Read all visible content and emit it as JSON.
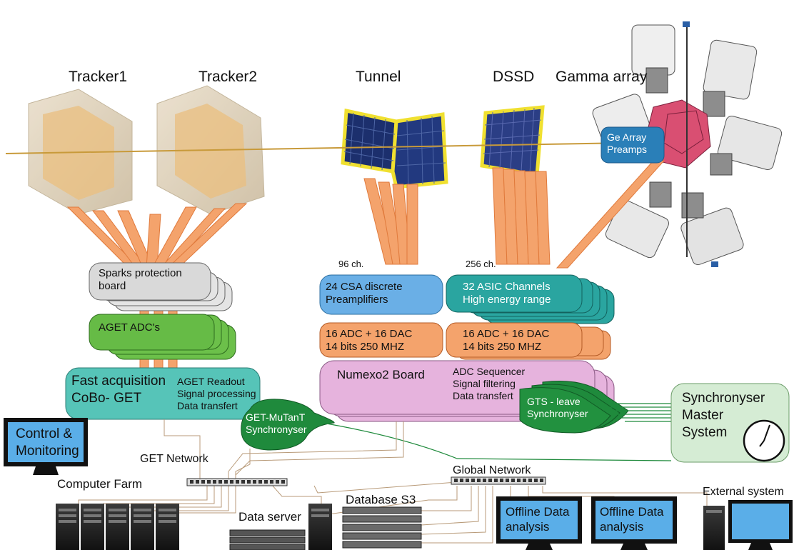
{
  "detectors": {
    "tracker1": "Tracker1",
    "tracker2": "Tracker2",
    "tunnel": "Tunnel",
    "dssd": "DSSD",
    "gamma_array": "Gamma array",
    "ge_array_preamps": "Ge Array\nPreamps"
  },
  "get_chain": {
    "sparks_protection": "Sparks protection\nboard",
    "aget_adcs": "AGET ADC's",
    "fast_acquisition": "Fast acquisition\nCoBo- GET",
    "aget_readout": "AGET Readout\nSignal processing\nData transfert",
    "mutant": "GET-MuTanT\nSynchronyser"
  },
  "numexo_chain": {
    "ch96": "96 ch.",
    "ch256": "256 ch.",
    "csa_preamps": "24 CSA discrete\nPreamplifiers",
    "asic_channels": "32 ASIC Channels\nHigh energy range",
    "adc_dac_left": "16 ADC + 16 DAC\n14 bits 250 MHZ",
    "adc_dac_right": "16 ADC + 16 DAC\n14 bits 250 MHZ",
    "numexo_board": "Numexo2 Board",
    "adc_sequencer": "ADC Sequencer\nSignal filtering\nData transfert",
    "gts_leave": "GTS - leave\nSynchronyser"
  },
  "sync_master": {
    "label": "Synchronyser\nMaster\nSystem"
  },
  "network": {
    "control_monitoring": "Control &\nMonitoring",
    "get_network": "GET Network",
    "global_network": "Global Network",
    "computer_farm": "Computer Farm",
    "data_server": "Data server",
    "database": "Database S3",
    "offline1": "Offline Data\nanalysis",
    "offline2": "Offline Data\nanalysis",
    "external": "External system"
  },
  "colors": {
    "orange": "#f4a36c",
    "orange_dark": "#e07a3c",
    "gray_board": "#d9d9d9",
    "green_aget": "#6cc04a",
    "teal_cobo": "#56c4b8",
    "dark_green": "#1f8a3c",
    "blue_csa": "#6aafe6",
    "teal_asic": "#2aa5a0",
    "pink_numexo": "#e6b3dd",
    "sync_green": "#d5ecd4",
    "screen_blue": "#5aaee8",
    "navy": "#1f5a8a"
  }
}
